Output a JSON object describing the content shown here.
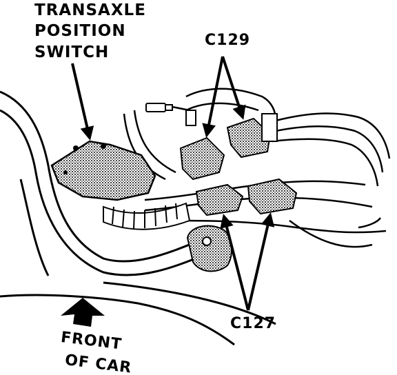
{
  "labels": {
    "switch_line1": "TRANSAXLE",
    "switch_line2": "POSITION",
    "switch_line3": "SWITCH",
    "connector_upper": "C129",
    "connector_lower": "C127",
    "direction_line1": "FRONT",
    "direction_line2": "OF CAR"
  },
  "colors": {
    "ink": "#000000",
    "paper": "#ffffff",
    "shade": "#7a7a7a"
  }
}
